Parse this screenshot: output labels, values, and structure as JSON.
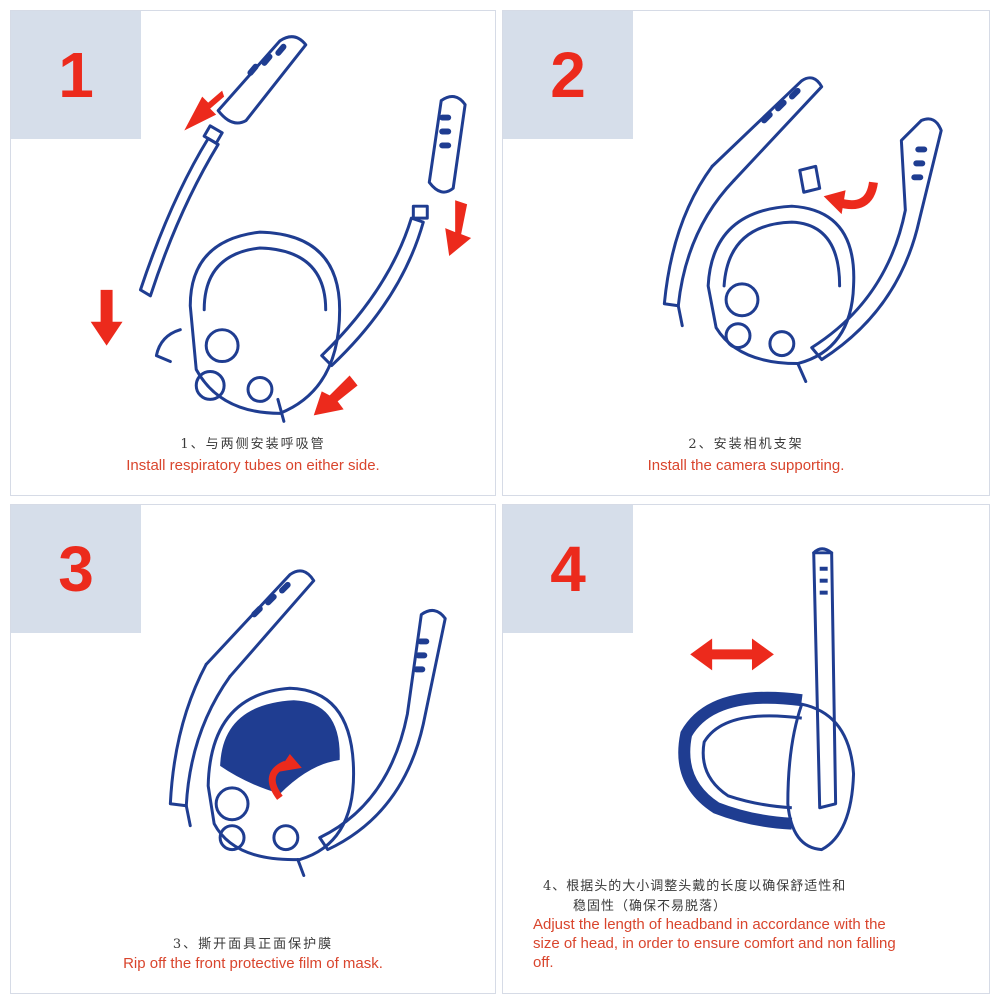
{
  "colors": {
    "accent": "#ec2a1c",
    "number_box": "#d6deea",
    "outline": "#1f3d91",
    "caption_en": "#d9452d"
  },
  "steps": [
    {
      "number": "1",
      "caption_cn": "1、与两侧安装呼吸管",
      "caption_en": "Install respiratory tubes on either side."
    },
    {
      "number": "2",
      "caption_cn": "2、安装相机支架",
      "caption_en": "Install the camera supporting."
    },
    {
      "number": "3",
      "caption_cn": "3、撕开面具正面保护膜",
      "caption_en": "Rip off the front protective film of mask."
    },
    {
      "number": "4",
      "caption_cn_line1": "4、根据头的大小调整头戴的长度以确保舒适性和",
      "caption_cn_line2": "稳固性（确保不易脱落）",
      "caption_en_line1": "Adjust the length of headband in accordance with the",
      "caption_en_line2": "size of head, in order to ensure comfort and non falling",
      "caption_en_line3": "off."
    }
  ]
}
